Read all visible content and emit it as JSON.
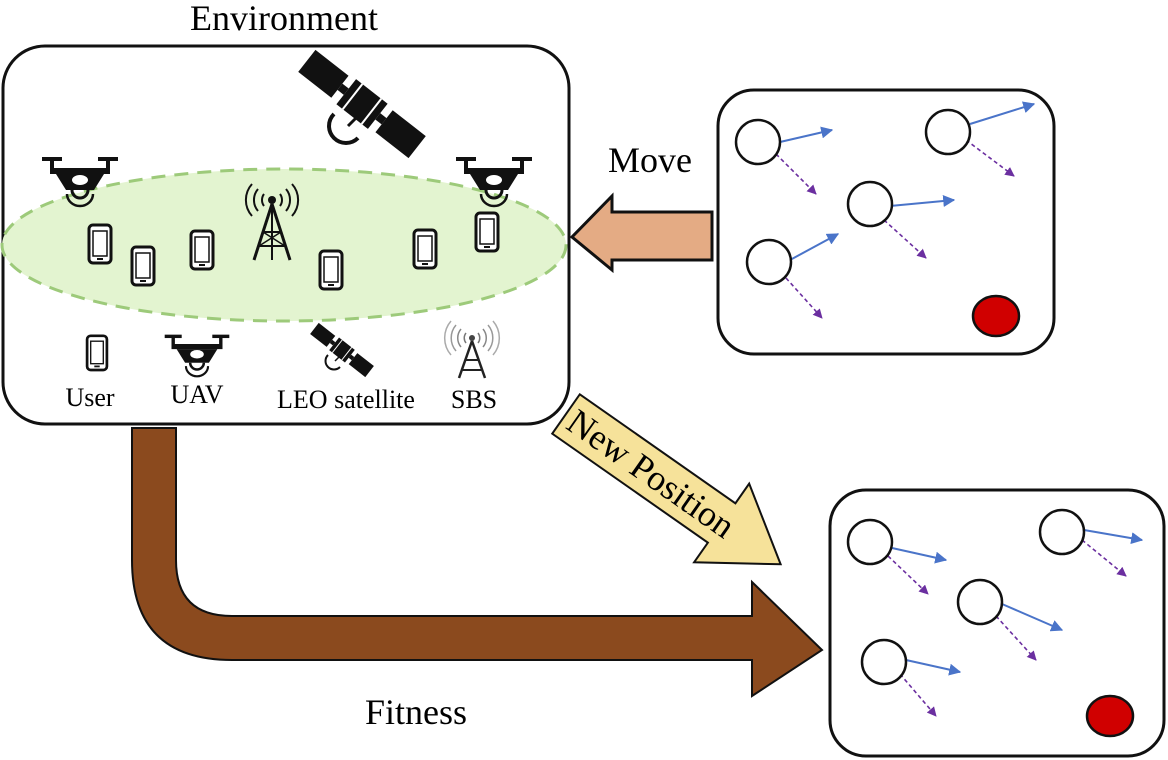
{
  "environment": {
    "title": "Environment",
    "legend": {
      "user": "User",
      "uav": "UAV",
      "leo_satellite": "LEO satellite",
      "sbs": "SBS"
    }
  },
  "arrows": {
    "move": "Move",
    "new_position": "New Position",
    "fitness": "Fitness"
  },
  "colors": {
    "coverage_fill": "#e3f4d0",
    "coverage_stroke": "#9dca7a",
    "move_arrow": "#e4ab84",
    "new_position_arrow": "#f6e29a",
    "fitness_arrow": "#8b4a1e",
    "velocity_arrow": "#4a74c9",
    "dashed_arrow": "#6b2fa0",
    "target": "#d00000"
  },
  "icons": [
    "drone-icon",
    "satellite-icon",
    "phone-icon",
    "tower-icon",
    "particle-icon",
    "target-icon"
  ]
}
